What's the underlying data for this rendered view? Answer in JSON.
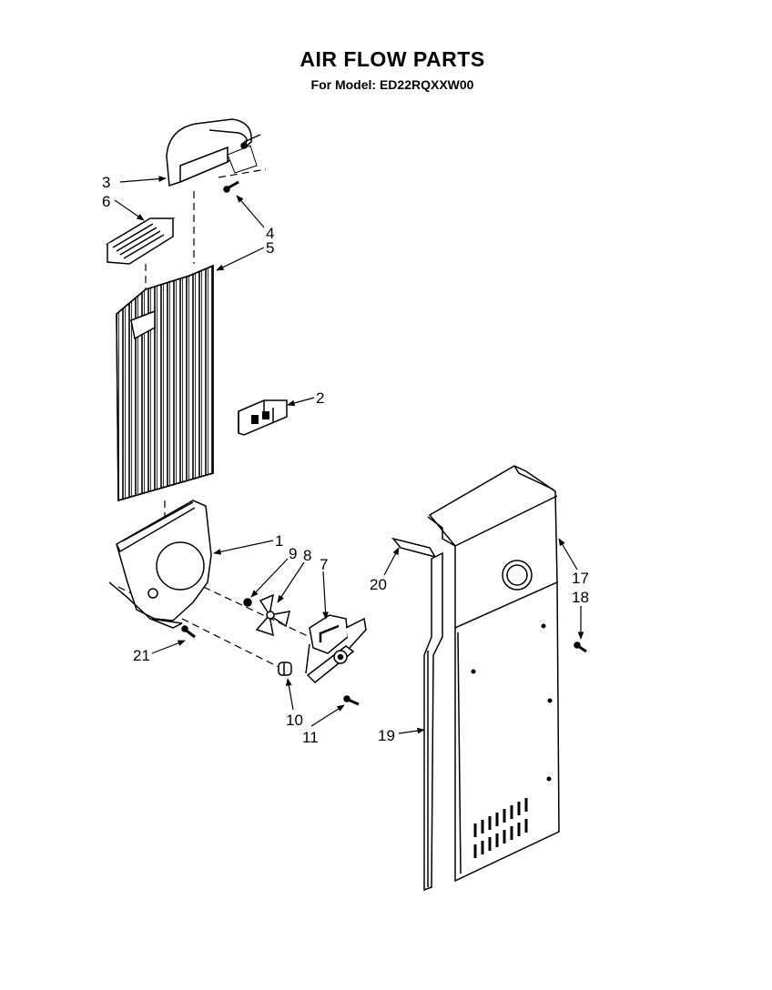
{
  "header": {
    "title": "AIR FLOW PARTS",
    "subtitle": "For Model: ED22RQXXW00"
  },
  "callouts": {
    "c1": "1",
    "c2": "2",
    "c3": "3",
    "c4": "4",
    "c5": "5",
    "c6": "6",
    "c7": "7",
    "c8": "8",
    "c9": "9",
    "c10": "10",
    "c11": "11",
    "c17": "17",
    "c18": "18",
    "c19": "19",
    "c20": "20",
    "c21": "21"
  }
}
